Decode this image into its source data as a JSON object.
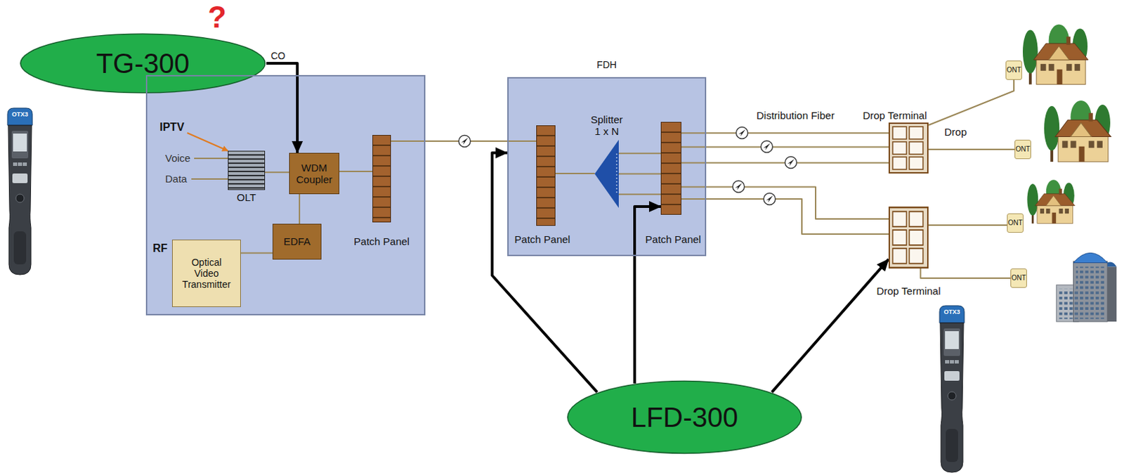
{
  "diagram": {
    "nodes": [
      {
        "text": [
          "TG-300"
        ]
      },
      {
        "text": [
          "CO"
        ]
      },
      {
        "text": [
          "OLT"
        ],
        "in": 1
      },
      {
        "text": [
          "WDM Coupler"
        ],
        "in": 1
      },
      {
        "text": [
          "Optical Video Transmitter"
        ],
        "in": 1
      },
      {
        "text": [
          "EDFA"
        ],
        "in": 1
      },
      {
        "text": [
          "Patch Panel"
        ],
        "in": 1
      },
      {
        "text": [
          "FDH"
        ]
      },
      {
        "text": [
          "Patch Panel"
        ],
        "in": 7
      },
      {
        "text": [
          "Splitter 1 x N"
        ],
        "in": 7
      },
      {
        "text": [
          "Patch Panel"
        ],
        "in": 7
      },
      {
        "text": [
          "Drop Terminal"
        ]
      },
      {
        "text": [
          "Drop Terminal"
        ]
      },
      {
        "text": [
          "ONT"
        ]
      },
      {
        "text": [
          "ONT"
        ]
      },
      {
        "text": [
          "ONT"
        ]
      },
      {
        "text": [
          "ONT"
        ]
      },
      {
        "text": [
          "LFD-300"
        ]
      }
    ],
    "edges": [
      {
        "from": 0,
        "to": 3,
        "arrow": "to"
      },
      {
        "from": 2,
        "to": 3,
        "arrow": "none"
      },
      {
        "from": 5,
        "to": 3,
        "arrow": "none"
      },
      {
        "from": 4,
        "to": 5,
        "arrow": "none"
      },
      {
        "from": 3,
        "to": 6,
        "arrow": "none"
      },
      {
        "from": 6,
        "to": 8,
        "arrow": "none"
      },
      {
        "from": 8,
        "to": 9,
        "arrow": "none"
      },
      {
        "from": 9,
        "to": 10,
        "arrow": "none"
      },
      {
        "from": 9,
        "to": 10,
        "arrow": "none"
      },
      {
        "from": 9,
        "to": 10,
        "arrow": "none"
      },
      {
        "from": 10,
        "to": 11,
        "arrow": "none"
      },
      {
        "from": 10,
        "to": 11,
        "arrow": "none"
      },
      {
        "from": 10,
        "to": 11,
        "arrow": "none"
      },
      {
        "from": 10,
        "to": 12,
        "arrow": "none"
      },
      {
        "from": 10,
        "to": 12,
        "arrow": "none"
      },
      {
        "from": 11,
        "to": 13,
        "arrow": "none"
      },
      {
        "from": 11,
        "to": 14,
        "arrow": "none"
      },
      {
        "from": 12,
        "to": 15,
        "arrow": "none"
      },
      {
        "from": 12,
        "to": 16,
        "arrow": "none"
      },
      {
        "from": 17,
        "to": 7,
        "arrow": "to"
      },
      {
        "from": 17,
        "to": 10,
        "arrow": "to"
      },
      {
        "from": 17,
        "to": 12,
        "arrow": "to"
      }
    ],
    "labels": [
      "?",
      "IPTV",
      "Voice",
      "Data",
      "RF",
      "Distribution Fiber",
      "Drop",
      "OTX3",
      "OTX3"
    ]
  }
}
